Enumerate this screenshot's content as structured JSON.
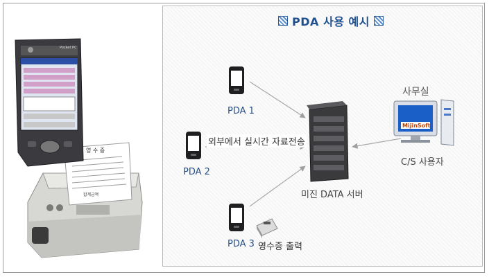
{
  "title": "PDA 사용 예시",
  "devices": {
    "pda1": "PDA 1",
    "pda2": "PDA 2",
    "pda3": "PDA 3"
  },
  "server_label": "미진 DATA 서버",
  "office_label": "사무실",
  "client_label": "C/S 사용자",
  "transfer_label": "외부에서 실시간 자료전송",
  "receipt_label": "영수증 출력",
  "monitor_logo": "MijinSoft",
  "pocketpc_brand": "Pocket PC",
  "receipt_header": "영 수 증",
  "receipt_total": "합계금액",
  "colors": {
    "title": "#1f4f8f",
    "pda_label": "#2a4f83",
    "arrow": "#a0a0a0"
  }
}
